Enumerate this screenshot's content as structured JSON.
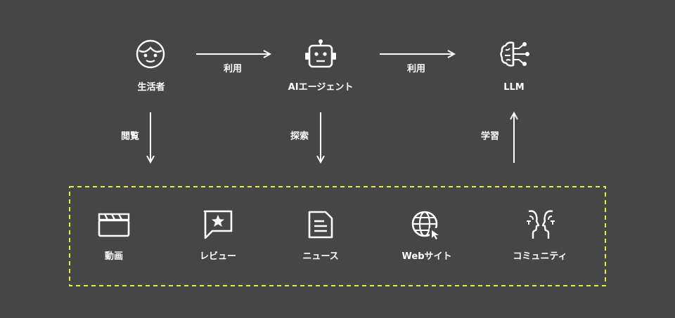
{
  "colors": {
    "background": "#464646",
    "foreground": "#ffffff",
    "dashed_border": "#e7ef3d"
  },
  "nodes": {
    "consumer": {
      "label": "生活者",
      "icon": "face-icon"
    },
    "agent": {
      "label": "AIエージェント",
      "icon": "robot-icon"
    },
    "llm": {
      "label": "LLM",
      "icon": "brain-circuit-icon"
    }
  },
  "edges": {
    "consumer_to_agent": "利用",
    "agent_to_llm": "利用",
    "consumer_browse": "閲覧",
    "agent_search": "探索",
    "llm_learn": "学習"
  },
  "sources": [
    {
      "label": "動画",
      "icon": "clapperboard-icon"
    },
    {
      "label": "レビュー",
      "icon": "review-star-icon"
    },
    {
      "label": "ニュース",
      "icon": "document-icon"
    },
    {
      "label": "Webサイト",
      "icon": "globe-cursor-icon"
    },
    {
      "label": "コミュニティ",
      "icon": "conversation-heads-icon"
    }
  ]
}
